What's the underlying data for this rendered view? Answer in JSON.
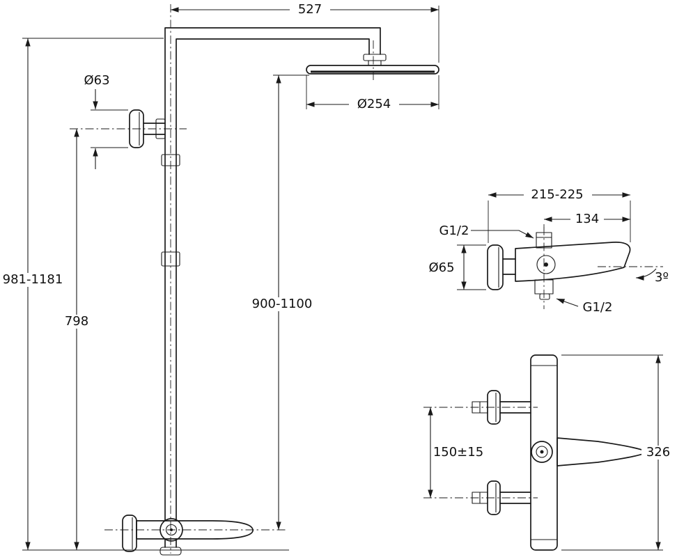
{
  "drawing": {
    "front_view": {
      "dim_arm_reach": "527",
      "dim_head_diameter": "Ø254",
      "dim_handshower_holder_diameter": "Ø63",
      "dim_overall_height": "981-1181",
      "dim_handshower_height": "798",
      "dim_head_height": "900-1100"
    },
    "side_view": {
      "dim_depth_range": "215-225",
      "dim_spout_projection": "134",
      "label_top_connection": "G1/2",
      "dim_escutcheon_diameter": "Ø65",
      "label_bottom_connection": "G1/2",
      "dim_spout_angle": "3º"
    },
    "mixer_view": {
      "dim_inlet_spacing": "150±15",
      "dim_overall_height": "326"
    }
  },
  "colors": {
    "line": "#1a1a1a",
    "background": "#ffffff"
  }
}
